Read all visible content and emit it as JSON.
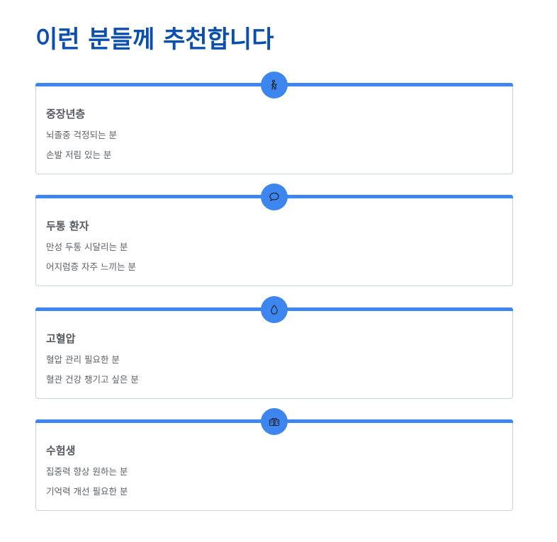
{
  "page": {
    "title": "이런 분들께 추천합니다"
  },
  "colors": {
    "title": "#0b4fae",
    "accent": "#3d86f0",
    "card_border": "#c7d3e0",
    "text": "#5b6168"
  },
  "cards": [
    {
      "icon": "elderly-person-icon",
      "title": "중장년층",
      "lines": [
        "뇌졸중 걱정되는 분",
        "손발 저림 있는 분"
      ]
    },
    {
      "icon": "speech-bubble-icon",
      "title": "두통 환자",
      "lines": [
        "만성 두통 시달리는 분",
        "어지럼증 자주 느끼는 분"
      ]
    },
    {
      "icon": "water-drop-icon",
      "title": "고혈압",
      "lines": [
        "혈압 관리 필요한 분",
        "혈관 건강 챙기고 싶은 분"
      ]
    },
    {
      "icon": "school-icon",
      "title": "수험생",
      "lines": [
        "집중력 향상 원하는 분",
        "기억력 개선 필요한 분"
      ]
    }
  ]
}
